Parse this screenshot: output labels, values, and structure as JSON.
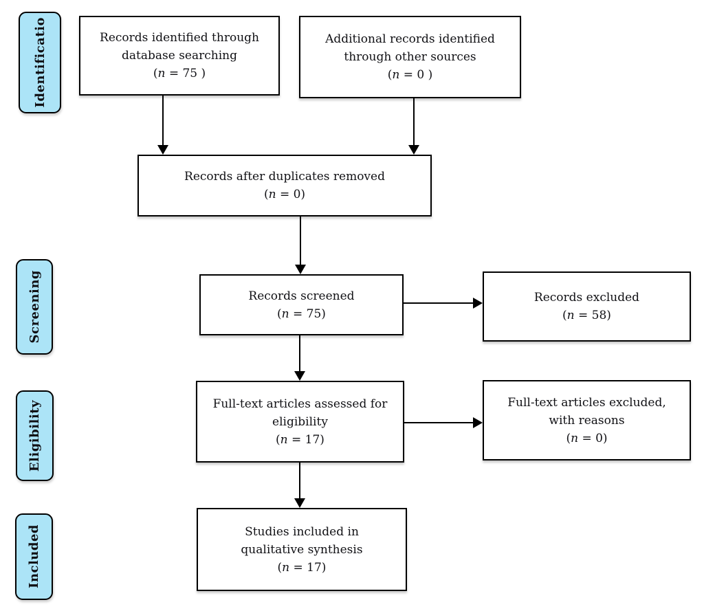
{
  "palette": {
    "page_bg": "#ffffff",
    "stage_label_fill": "#ace4f7",
    "stage_label_border": "#000000",
    "box_fill": "#ffffff",
    "box_border": "#000000",
    "arrow_color": "#000000",
    "text_color": "#101014"
  },
  "stage_labels": [
    {
      "label": "Identificatio"
    },
    {
      "label": "Screening"
    },
    {
      "label": "Eligibility"
    },
    {
      "label": "Included"
    }
  ],
  "boxes": {
    "identified": {
      "line1": "Records identified through",
      "line2": "database searching",
      "count_open": "(",
      "count_n": "n",
      "count_rest": " = 75 )"
    },
    "additional": {
      "line1": "Additional records identified",
      "line2": "through other sources",
      "count_open": "(",
      "count_n": "n",
      "count_rest": " = 0 )"
    },
    "duplicates": {
      "line1": "Records after duplicates removed",
      "count_open": "(",
      "count_n": "n",
      "count_rest": " = 0)"
    },
    "screened": {
      "line1": "Records screened",
      "count_open": "(",
      "count_n": "n",
      "count_rest": " = 75)"
    },
    "excluded": {
      "line1": "Records excluded",
      "count_open": "(",
      "count_n": "n",
      "count_rest": " = 58)"
    },
    "fulltext": {
      "line1": "Full-text articles assessed for",
      "line2": "eligibility",
      "count_open": "(",
      "count_n": "n",
      "count_rest": " = 17)"
    },
    "fulltext_excluded": {
      "line1": "Full-text articles excluded,",
      "line2": "with reasons",
      "count_open": "(",
      "count_n": "n",
      "count_rest": " = 0)"
    },
    "included_studies": {
      "line1": "Studies included in",
      "line2": "qualitative synthesis",
      "count_open": "(",
      "count_n": "n",
      "count_rest": " = 17)"
    }
  }
}
